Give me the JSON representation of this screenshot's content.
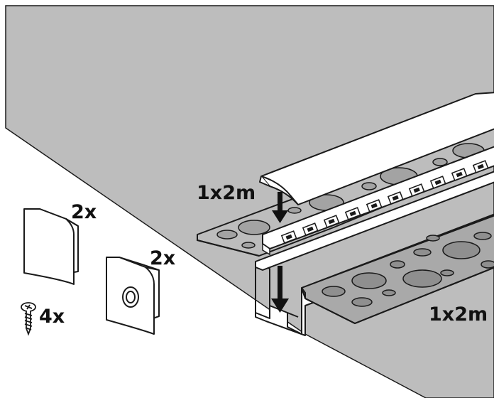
{
  "labels": {
    "profile_qty": "1x2m",
    "end_cap_plain_qty": "2x",
    "end_cap_hole_qty": "2x",
    "screw_qty": "4x",
    "plaster_strip_qty": "1x2m"
  },
  "colors": {
    "wall": "#bdbdbd",
    "line": "#1a1a1a",
    "part": "#ffffff",
    "strip": "#a9a9a9",
    "arrow": "#111111"
  },
  "icons": [
    "end-cap-icon",
    "end-cap-with-hole-icon",
    "screw-icon",
    "down-arrow-icon"
  ]
}
